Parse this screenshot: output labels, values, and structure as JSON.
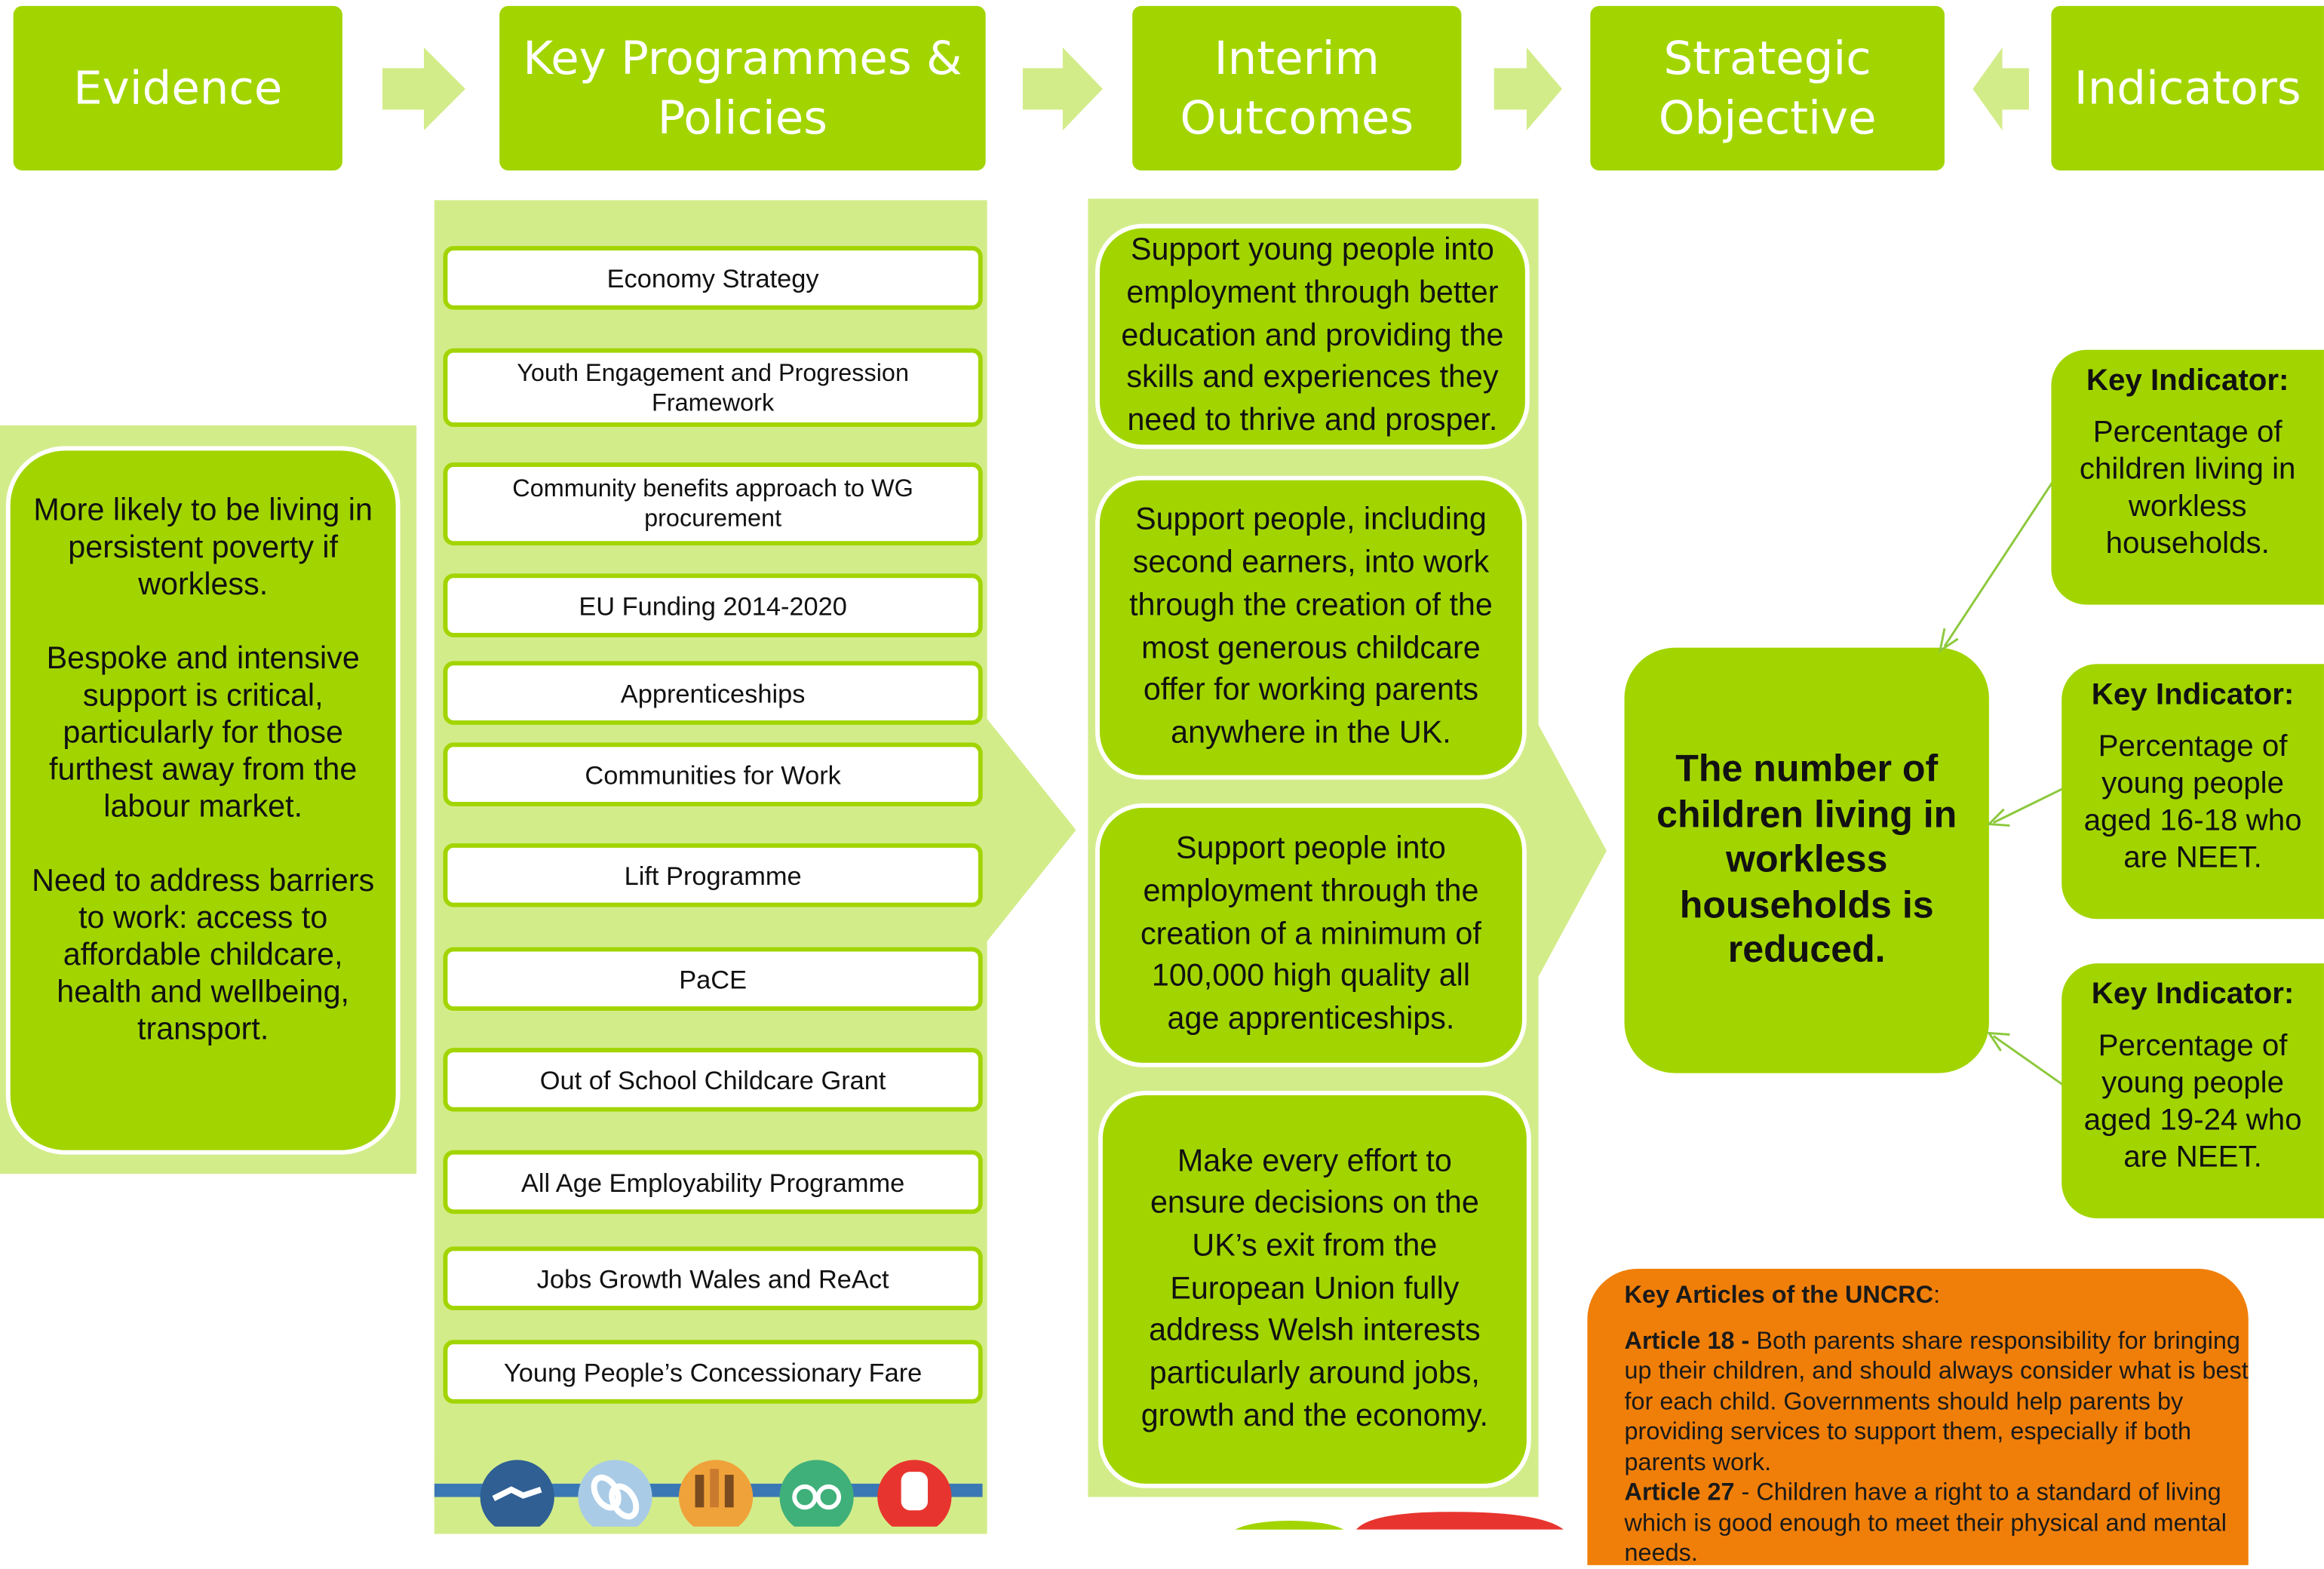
{
  "header": {
    "evidence": "Evidence",
    "programmes": "Key Programmes & Policies",
    "interim": "Interim Outcomes",
    "strategic": "Strategic Objective",
    "indicators": "Indicators"
  },
  "evidence": [
    "More likely to be living in persistent poverty if workless.",
    "Bespoke and intensive support is critical, particularly for those furthest away from the labour market.",
    "Need to address barriers to work: access to affordable childcare, health and wellbeing, transport."
  ],
  "programmes": [
    "Economy Strategy",
    "Youth Engagement and Progression Framework",
    "Community benefits approach to WG procurement",
    "EU Funding 2014-2020",
    "Apprenticeships",
    "Communities for Work",
    "Lift Programme",
    "PaCE",
    "Out of School Childcare Grant",
    "All Age Employability Programme",
    "Jobs Growth Wales and ReAct",
    "Young People’s Concessionary Fare"
  ],
  "outcomes": [
    "Support young people into employment through better education and providing the skills and experiences they need to thrive and prosper.",
    "Support people, including second earners, into work through the creation of the most generous childcare offer for working parents anywhere in the UK.",
    "Support people into employment through the creation of a minimum of 100,000 high quality all age apprenticeships.",
    "Make every effort to ensure decisions on the UK’s exit from the European Union fully address Welsh interests particularly around jobs, growth and the economy."
  ],
  "objective": "The number of children living in workless households is reduced.",
  "indicators": [
    {
      "title": "Key Indicator:",
      "text": "Percentage of children living in workless households."
    },
    {
      "title": "Key Indicator:",
      "text": "Percentage of young people aged 16-18 who are NEET."
    },
    {
      "title": "Key Indicator:",
      "text": "Percentage of young people aged 19-24 who are NEET."
    }
  ],
  "uncrc": {
    "title": "Key Articles of the UNCRC",
    "articles": [
      {
        "label": "Article 18 -",
        "text": " Both parents share responsibility for bringing up their children, and should always consider what is best for each child. Governments should help parents by providing services to support them, especially if both parents work."
      },
      {
        "label": "Article 27",
        "text": " - Children have a right to a standard of living which is good enough to meet their physical and mental needs."
      }
    ]
  },
  "icons": [
    "handshake-icon",
    "link-icon",
    "raised-hands-icon",
    "binoculars-icon",
    "stop-hand-icon"
  ],
  "colors": {
    "green": "#a2d500",
    "light_green": "#d3ec8a",
    "orange": "#f07f09",
    "arrow_green": "#d3ec8a"
  }
}
